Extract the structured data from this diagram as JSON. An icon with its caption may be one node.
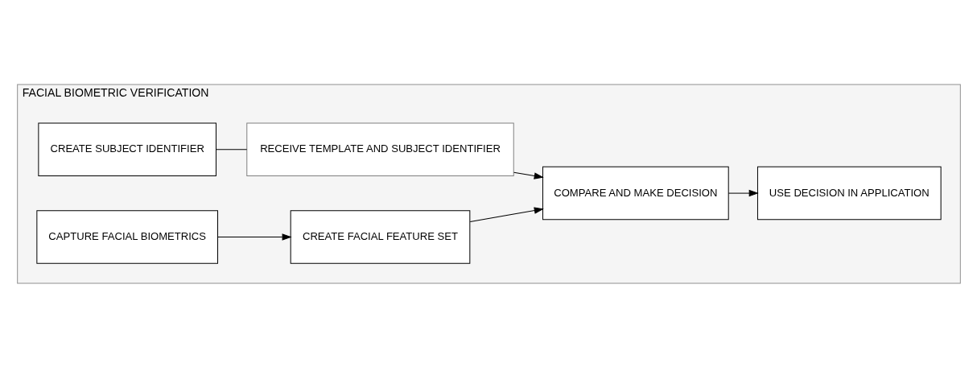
{
  "diagram": {
    "nodes": [
      {
        "text": [
          "FACIAL BIOMETRIC VERIFICATION"
        ]
      },
      {
        "text": [
          "CREATE SUBJECT IDENTIFIER"
        ],
        "in": 0
      },
      {
        "text": [
          "RECEIVE TEMPLATE AND SUBJECT IDENTIFIER"
        ],
        "in": 0
      },
      {
        "text": [
          "CAPTURE FACIAL BIOMETRICS"
        ],
        "in": 0
      },
      {
        "text": [
          "CREATE FACIAL FEATURE SET"
        ],
        "in": 0
      },
      {
        "text": [
          "COMPARE AND MAKE DECISION"
        ],
        "in": 0
      },
      {
        "text": [
          "USE DECISION IN APPLICATION"
        ],
        "in": 0
      }
    ],
    "edges": [
      {
        "from": 1,
        "to": 2,
        "arrow": "none"
      },
      {
        "from": 2,
        "to": 5,
        "arrow": "to"
      },
      {
        "from": 3,
        "to": 4,
        "arrow": "to"
      },
      {
        "from": 4,
        "to": 5,
        "arrow": "to"
      },
      {
        "from": 5,
        "to": 6,
        "arrow": "to"
      }
    ]
  }
}
